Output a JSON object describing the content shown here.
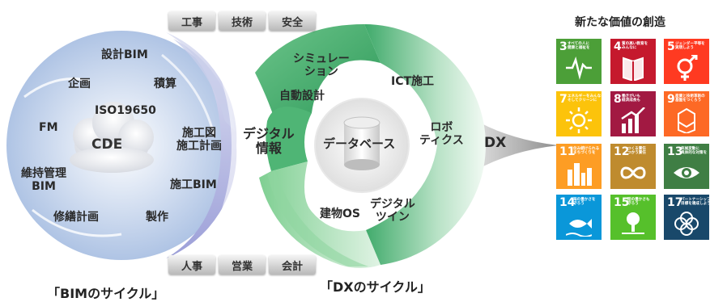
{
  "bim_cycle": {
    "caption": "「BIMのサイクル」",
    "center_top": "ISO19650",
    "center": "CDE",
    "segments": [
      "設計BIM",
      "企画",
      "積算",
      "FM",
      "施工図\n施工計画",
      "維持管理\nBIM",
      "施工BIM",
      "修繕計画",
      "製作"
    ]
  },
  "bridge_label": "デジタル\n情報",
  "dx_cycle": {
    "caption": "「DXのサイクル」",
    "center": "データベース",
    "segments": [
      "シミュレー\nション",
      "自動設計",
      "ICT施工",
      "ロボ\nティクス",
      "建物OS",
      "デジタル\nツイン"
    ],
    "arrow_label": "DX"
  },
  "top_tabs": [
    "工事",
    "技術",
    "安全"
  ],
  "bottom_tabs": [
    "人事",
    "営業",
    "会計"
  ],
  "sdgs": {
    "title": "新たな価値の創造",
    "goals": [
      {
        "num": "3",
        "text": "すべての人に\n健康と福祉を",
        "color": "#4c9f38",
        "icon": "heartbeat-icon"
      },
      {
        "num": "4",
        "text": "質の高い教育を\nみんなに",
        "color": "#c5192d",
        "icon": "book-icon"
      },
      {
        "num": "5",
        "text": "ジェンダー平等を\n実現しよう",
        "color": "#ff3a21",
        "icon": "gender-icon"
      },
      {
        "num": "7",
        "text": "エネルギーをみんなに\nそしてクリーンに",
        "color": "#fcc30b",
        "icon": "sun-icon"
      },
      {
        "num": "8",
        "text": "働きがいも\n経済成長も",
        "color": "#a21942",
        "icon": "growth-chart-icon"
      },
      {
        "num": "9",
        "text": "産業と技術革新の\n基盤をつくろう",
        "color": "#fd6925",
        "icon": "cubes-icon"
      },
      {
        "num": "11",
        "text": "住み続けられる\nまちづくりを",
        "color": "#fd9d24",
        "icon": "city-icon"
      },
      {
        "num": "12",
        "text": "つくる責任\nつかう責任",
        "color": "#bf8b2e",
        "icon": "infinity-icon"
      },
      {
        "num": "13",
        "text": "気候変動に\n具体的な対策を",
        "color": "#3f7e44",
        "icon": "eye-globe-icon"
      },
      {
        "num": "14",
        "text": "海の豊かさを\n守ろう",
        "color": "#0a97d9",
        "icon": "fish-icon"
      },
      {
        "num": "15",
        "text": "陸の豊かさも\n守ろう",
        "color": "#56c02b",
        "icon": "tree-icon"
      },
      {
        "num": "17",
        "text": "パートナーシップで\n目標を達成しよう",
        "color": "#19486a",
        "icon": "flower-icon"
      }
    ]
  }
}
